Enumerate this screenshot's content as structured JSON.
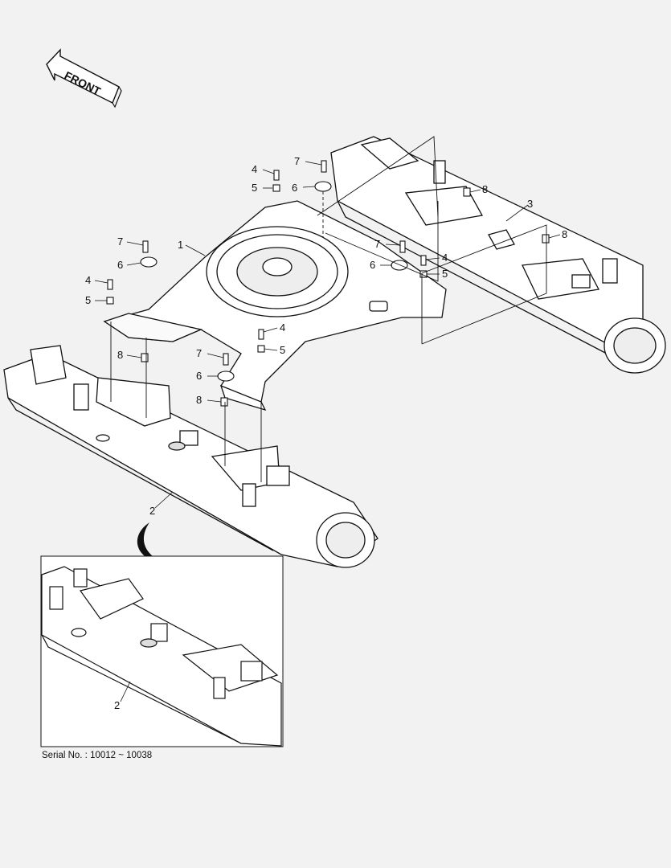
{
  "front_label": "FRONT",
  "serial_text": "Serial No. : 10012 ~ 10038",
  "callouts": {
    "c1": "1",
    "c2": "2",
    "c3": "3",
    "c4a": "4",
    "c4b": "4",
    "c4c": "4",
    "c4d": "4",
    "c5a": "5",
    "c5b": "5",
    "c5c": "5",
    "c5d": "5",
    "c6a": "6",
    "c6b": "6",
    "c6c": "6",
    "c6d": "6",
    "c7a": "7",
    "c7b": "7",
    "c7c": "7",
    "c7d": "7",
    "c8a": "8",
    "c8b": "8",
    "c8c": "8",
    "c8d": "8",
    "c2inset": "2"
  }
}
